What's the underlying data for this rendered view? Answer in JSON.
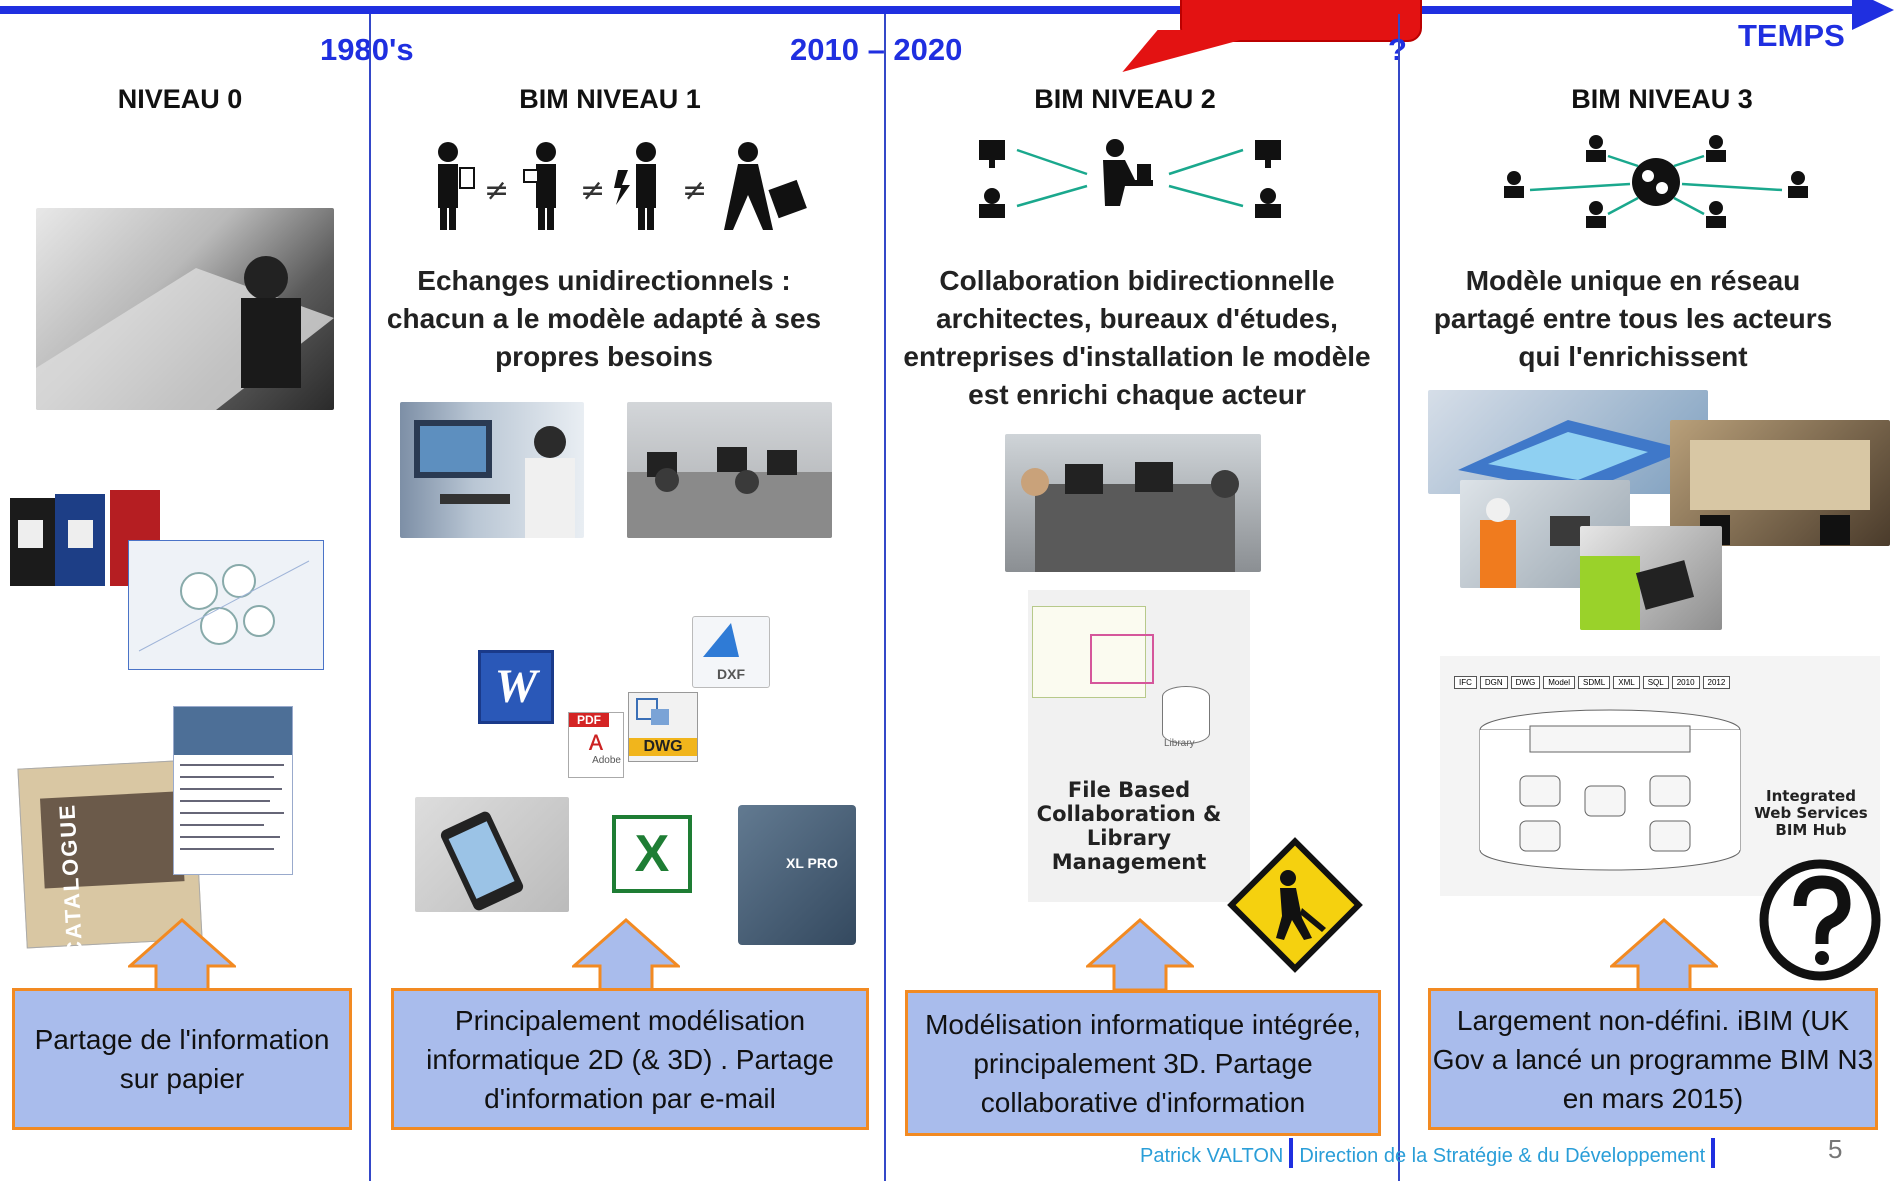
{
  "timeline": {
    "era_1980": "1980's",
    "era_2010": "2010 – 2020",
    "era_unknown": "?",
    "temps": "TEMPS"
  },
  "columns": [
    {
      "title": "NIVEAU 0",
      "description": "",
      "box": "Partage de l'information sur papier"
    },
    {
      "title": "BIM NIVEAU  1",
      "description": "Echanges unidirectionnels : chacun a le modèle adapté à ses propres besoins",
      "box": "Principalement modélisation informatique 2D (& 3D) . Partage d'information par e-mail"
    },
    {
      "title": "BIM NIVEAU 2",
      "description": "Collaboration bidirectionnelle architectes, bureaux d'études, entreprises d'installation  le modèle est enrichi chaque acteur",
      "box": "Modélisation informatique intégrée, principalement 3D. Partage collaborative d'information"
    },
    {
      "title": "BIM NIVEAU 3",
      "description": "Modèle unique en réseau partagé entre tous les acteurs qui l'enrichissent",
      "box": "Largement non-défini.   iBIM (UK Gov a lancé un programme BIM N3 en mars 2015)"
    }
  ],
  "images": {
    "file_based": "File Based Collaboration & Library Management",
    "library": "Library",
    "integrated": "Integrated Web Services BIM Hub",
    "dxf": "DXF",
    "dwg": "DWG",
    "pdf": "PDF",
    "adobe": "Adobe",
    "catalogue": "CATALOGUE",
    "xlpro": "XL PRO",
    "hub_formats": [
      "IFC",
      "DGN",
      "DWG",
      "Model",
      "SDML",
      "XML",
      "SQL",
      "2010",
      "2012"
    ]
  },
  "footer": {
    "author": "Patrick VALTON",
    "department": "Direction de la Stratégie & du Développement",
    "page": "5"
  },
  "colors": {
    "axis": "#1f2fe0",
    "box_fill": "#a9bcec",
    "box_border": "#f28a22",
    "callout": "#e31212"
  }
}
